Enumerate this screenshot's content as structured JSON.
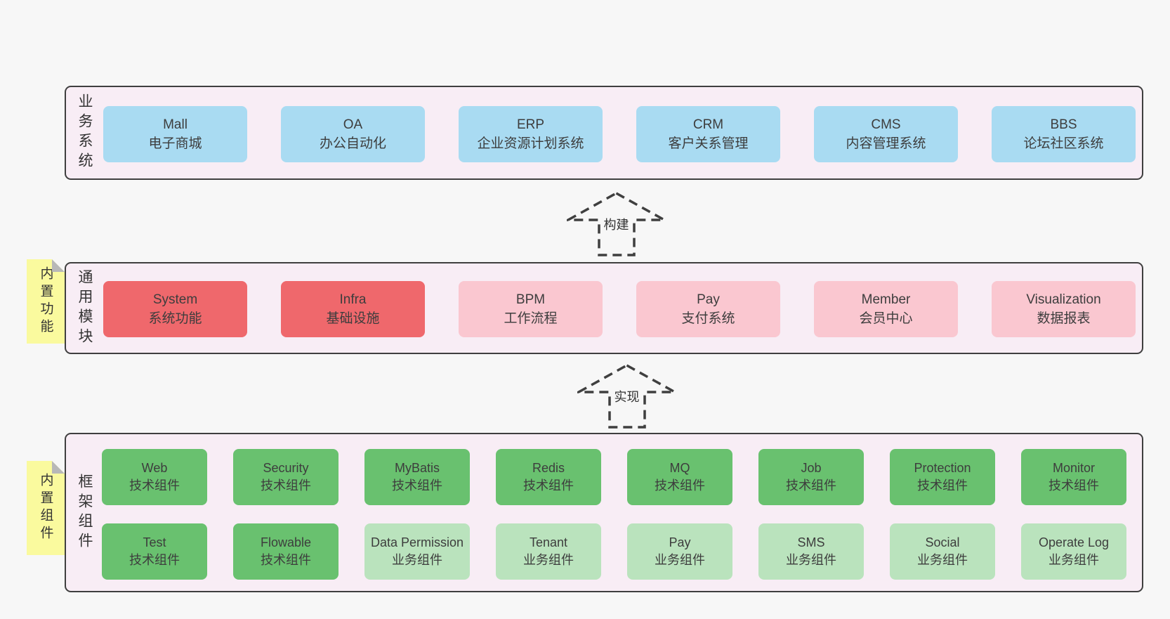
{
  "colors": {
    "page_bg": "#f7f7f7",
    "band_bg": "#f8edf5",
    "band_border": "#3f3f3f",
    "blue": "#a9dbf2",
    "red": "#ef686c",
    "pink": "#fac7d0",
    "green": "#69c16f",
    "light_green": "#bae3bd",
    "sticky_yellow": "#fafa9e",
    "fold_gray": "#b8b8b8",
    "text": "#3d3d3d",
    "arrow": "#3f3f3f"
  },
  "bands": [
    {
      "label": "业务系统",
      "boxes": [
        {
          "title": "Mall",
          "subtitle": "电子商城",
          "variant": "blue"
        },
        {
          "title": "OA",
          "subtitle": "办公自动化",
          "variant": "blue"
        },
        {
          "title": "ERP",
          "subtitle": "企业资源计划系统",
          "variant": "blue"
        },
        {
          "title": "CRM",
          "subtitle": "客户关系管理",
          "variant": "blue"
        },
        {
          "title": "CMS",
          "subtitle": "内容管理系统",
          "variant": "blue"
        },
        {
          "title": "BBS",
          "subtitle": "论坛社区系统",
          "variant": "blue"
        }
      ]
    },
    {
      "label": "通用模块",
      "sticky": "内置功能",
      "boxes": [
        {
          "title": "System",
          "subtitle": "系统功能",
          "variant": "red"
        },
        {
          "title": "Infra",
          "subtitle": "基础设施",
          "variant": "red"
        },
        {
          "title": "BPM",
          "subtitle": "工作流程",
          "variant": "pink"
        },
        {
          "title": "Pay",
          "subtitle": "支付系统",
          "variant": "pink"
        },
        {
          "title": "Member",
          "subtitle": "会员中心",
          "variant": "pink"
        },
        {
          "title": "Visualization",
          "subtitle": "数据报表",
          "variant": "pink"
        }
      ]
    },
    {
      "label": "框架组件",
      "sticky": "内置组件",
      "rows": [
        [
          {
            "title": "Web",
            "subtitle": "技术组件",
            "variant": "green"
          },
          {
            "title": "Security",
            "subtitle": "技术组件",
            "variant": "green"
          },
          {
            "title": "MyBatis",
            "subtitle": "技术组件",
            "variant": "green"
          },
          {
            "title": "Redis",
            "subtitle": "技术组件",
            "variant": "green"
          },
          {
            "title": "MQ",
            "subtitle": "技术组件",
            "variant": "green"
          },
          {
            "title": "Job",
            "subtitle": "技术组件",
            "variant": "green"
          },
          {
            "title": "Protection",
            "subtitle": "技术组件",
            "variant": "green"
          },
          {
            "title": "Monitor",
            "subtitle": "技术组件",
            "variant": "green"
          }
        ],
        [
          {
            "title": "Test",
            "subtitle": "技术组件",
            "variant": "green"
          },
          {
            "title": "Flowable",
            "subtitle": "技术组件",
            "variant": "green"
          },
          {
            "title": "Data Permission",
            "subtitle": "业务组件",
            "variant": "light_green"
          },
          {
            "title": "Tenant",
            "subtitle": "业务组件",
            "variant": "light_green"
          },
          {
            "title": "Pay",
            "subtitle": "业务组件",
            "variant": "light_green"
          },
          {
            "title": "SMS",
            "subtitle": "业务组件",
            "variant": "light_green"
          },
          {
            "title": "Social",
            "subtitle": "业务组件",
            "variant": "light_green"
          },
          {
            "title": "Operate Log",
            "subtitle": "业务组件",
            "variant": "light_green"
          }
        ]
      ]
    }
  ],
  "arrows": [
    {
      "label": "构建"
    },
    {
      "label": "实现"
    }
  ]
}
